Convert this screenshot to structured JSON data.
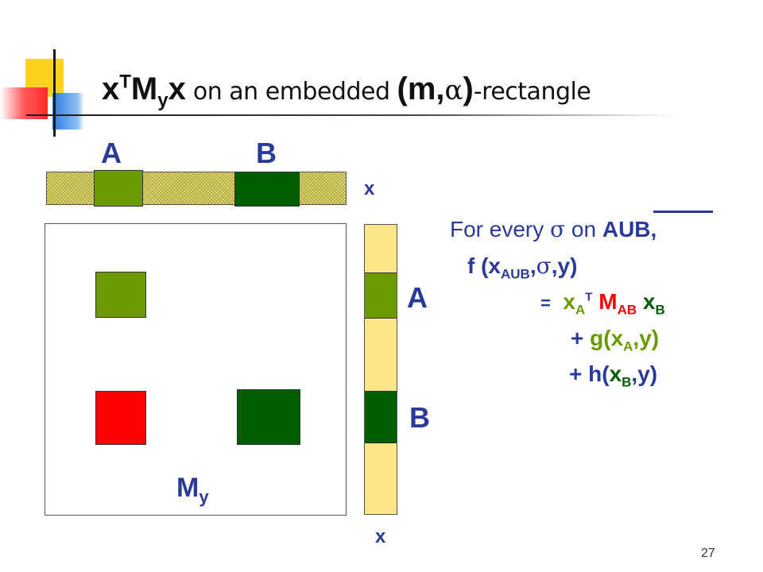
{
  "title": {
    "x": "x",
    "T": "T",
    "M": "M",
    "y_sub": "y",
    "x2": "x",
    "rest": " on an embedded ",
    "paren_open": "(m,",
    "alpha": "α",
    "paren_close": ")",
    "suffix": "-rectangle"
  },
  "labels": {
    "top_A": "A",
    "top_B": "B",
    "right_A": "A",
    "right_B": "B",
    "x_top": "x",
    "x_bottom": "x",
    "matrix_M": "M",
    "matrix_sub": "y"
  },
  "formula": {
    "line1_prefix": "For every ",
    "sigma": "σ",
    "line1_mid": " on ",
    "line1_aub": "AUB,",
    "f": "f (x",
    "f_sub": "AUB",
    "f_comma": ",",
    "f_sigma": "σ",
    "f_rest": ",y)",
    "eq": "=",
    "xA": "x",
    "xA_sub": "A",
    "xA_sup": "T",
    "M": "M",
    "M_sub": "AB",
    "xB": "x",
    "xB_sub": "B",
    "plus_g": "+ ",
    "g": "g(x",
    "g_sub": "A",
    "g_rest": ",y)",
    "plus_h": "+ h(",
    "h_x": "x",
    "h_sub": "B",
    "h_rest": ",y)"
  },
  "page_number": "27",
  "colors": {
    "navy": "#2b3a98",
    "light_green": "#6a9a00",
    "dark_green": "#005e00",
    "red": "#ff0000",
    "yellow": "#fde68a"
  }
}
